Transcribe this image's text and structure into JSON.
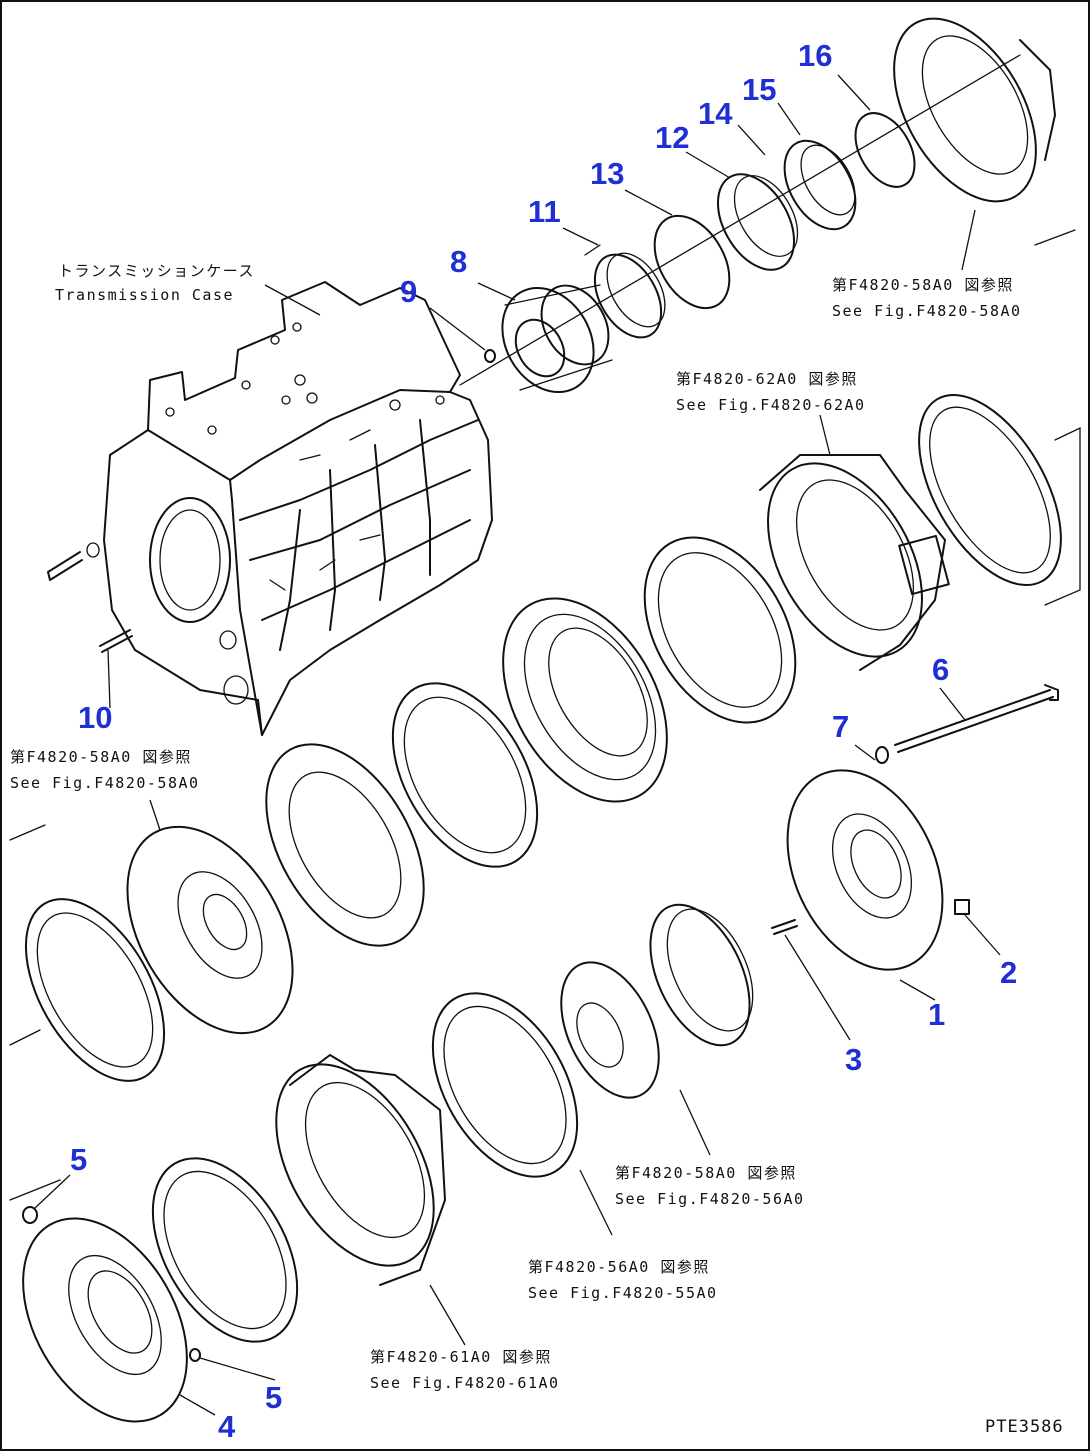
{
  "drawing_code": "PTE3586",
  "case_label": {
    "jp": "トランスミッションケース",
    "en": "Transmission Case"
  },
  "references": [
    {
      "id": "ref-1",
      "jp": "第F4820-58A0 図参照",
      "en": "See Fig.F4820-58A0"
    },
    {
      "id": "ref-2",
      "jp": "第F4820-62A0 図参照",
      "en": "See Fig.F4820-62A0"
    },
    {
      "id": "ref-3",
      "jp": "第F4820-58A0 図参照",
      "en": "See Fig.F4820-58A0"
    },
    {
      "id": "ref-4",
      "jp": "第F4820-58A0 図参照",
      "en": "See Fig.F4820-56A0"
    },
    {
      "id": "ref-5",
      "jp": "第F4820-56A0 図参照",
      "en": "See Fig.F4820-55A0"
    },
    {
      "id": "ref-6",
      "jp": "第F4820-61A0 図参照",
      "en": "See Fig.F4820-61A0"
    }
  ],
  "callouts": [
    "1",
    "2",
    "3",
    "4",
    "5",
    "5",
    "6",
    "7",
    "8",
    "9",
    "10",
    "11",
    "12",
    "13",
    "14",
    "15",
    "16"
  ],
  "colors": {
    "callout": "#1f2fd4",
    "line": "#111111",
    "background": "#ffffff"
  }
}
